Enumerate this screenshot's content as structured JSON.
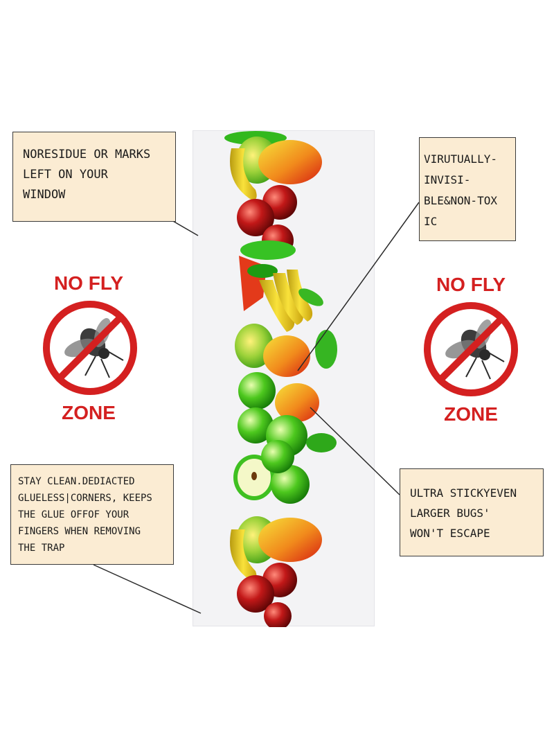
{
  "callouts": {
    "residue": "NORESIDUE OR MARKS\nLEFT ON YOUR\nWINDOW",
    "invisible": "VIRUTUALLY-\nINVISI-\nBLE&NON-TOX\nIC",
    "clean": "STAY CLEAN.DEDIACTED\nGLUELESS|CORNERS, KEEPS\nTHE GLUE OFFOF YOUR\nFINGERS WHEN REMOVING\nTHE TRAP",
    "sticky": "ULTRA STICKYEVEN\nLARGER BUGS'\nWON'T ESCAPE"
  },
  "badges": {
    "left": {
      "top": "NO FLY",
      "bottom": "ZONE"
    },
    "right": {
      "top": "NO FLY",
      "bottom": "ZONE"
    }
  },
  "colors": {
    "badge_red": "#d42020",
    "callout_bg": "#fbecd3",
    "strip_bg": "#f3f3f5"
  },
  "icons": [
    "no-fly-sign-icon",
    "fly-icon",
    "fruit-pattern"
  ]
}
